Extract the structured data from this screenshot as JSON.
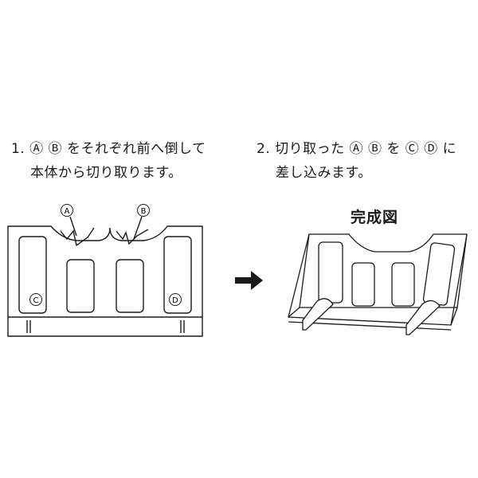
{
  "steps": [
    {
      "number": "1.",
      "line1": "Ⓐ Ⓑ をそれぞれ前へ倒して",
      "line2": "本体から切り取ります。"
    },
    {
      "number": "2.",
      "line1": "切り取った Ⓐ Ⓑ を Ⓒ Ⓓ に",
      "line2": "差し込みます。"
    }
  ],
  "completed_title": "完成図",
  "markers": {
    "a": "A",
    "b": "B",
    "c": "C",
    "d": "D"
  }
}
